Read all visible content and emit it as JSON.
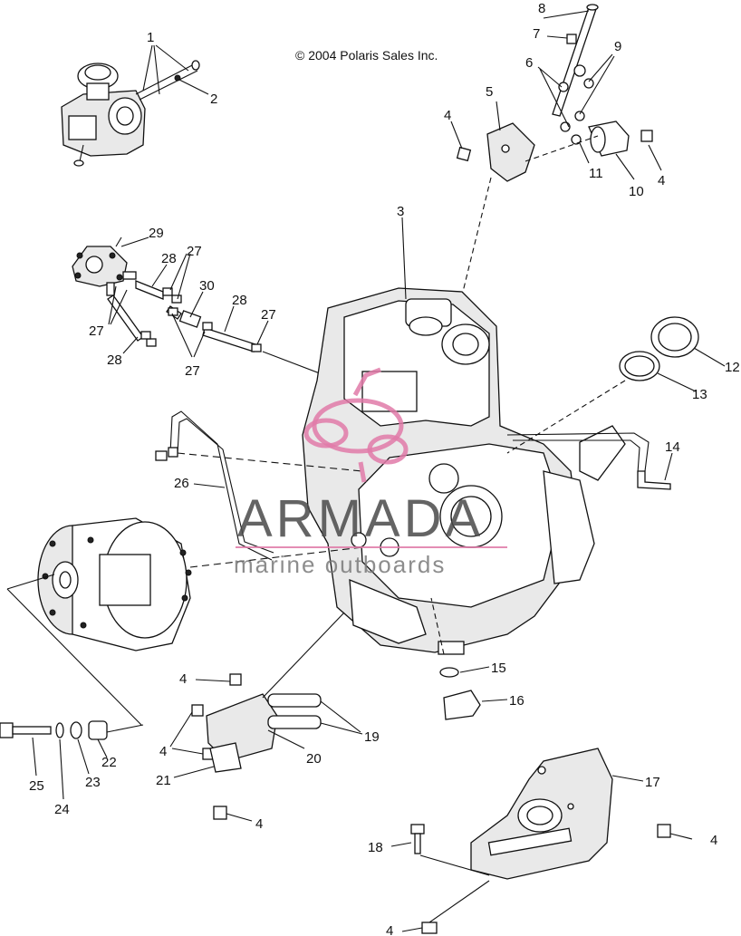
{
  "diagram": {
    "copyright": "© 2004 Polaris Sales Inc.",
    "watermark": {
      "brand": "ARMADA",
      "tagline": "marine outboards",
      "accent_color": "#e07aa8",
      "text_color": "#4a4a4a"
    },
    "callouts": [
      {
        "id": "c1",
        "text": "1"
      },
      {
        "id": "c2",
        "text": "2"
      },
      {
        "id": "c3",
        "text": "3"
      },
      {
        "id": "c4a",
        "text": "4"
      },
      {
        "id": "c4b",
        "text": "4"
      },
      {
        "id": "c4c",
        "text": "4"
      },
      {
        "id": "c4d",
        "text": "4"
      },
      {
        "id": "c4e",
        "text": "4"
      },
      {
        "id": "c4f",
        "text": "4"
      },
      {
        "id": "c4g",
        "text": "4"
      },
      {
        "id": "c5",
        "text": "5"
      },
      {
        "id": "c6",
        "text": "6"
      },
      {
        "id": "c7",
        "text": "7"
      },
      {
        "id": "c8",
        "text": "8"
      },
      {
        "id": "c9",
        "text": "9"
      },
      {
        "id": "c10",
        "text": "10"
      },
      {
        "id": "c11",
        "text": "11"
      },
      {
        "id": "c12",
        "text": "12"
      },
      {
        "id": "c13",
        "text": "13"
      },
      {
        "id": "c14",
        "text": "14"
      },
      {
        "id": "c15",
        "text": "15"
      },
      {
        "id": "c16",
        "text": "16"
      },
      {
        "id": "c17",
        "text": "17"
      },
      {
        "id": "c18",
        "text": "18"
      },
      {
        "id": "c19",
        "text": "19"
      },
      {
        "id": "c20",
        "text": "20"
      },
      {
        "id": "c21",
        "text": "21"
      },
      {
        "id": "c22",
        "text": "22"
      },
      {
        "id": "c23",
        "text": "23"
      },
      {
        "id": "c24",
        "text": "24"
      },
      {
        "id": "c25",
        "text": "25"
      },
      {
        "id": "c26",
        "text": "26"
      },
      {
        "id": "c27a",
        "text": "27"
      },
      {
        "id": "c27b",
        "text": "27"
      },
      {
        "id": "c27c",
        "text": "27"
      },
      {
        "id": "c27d",
        "text": "27"
      },
      {
        "id": "c28a",
        "text": "28"
      },
      {
        "id": "c28b",
        "text": "28"
      },
      {
        "id": "c28c",
        "text": "28"
      },
      {
        "id": "c29",
        "text": "29"
      },
      {
        "id": "c30",
        "text": "30"
      }
    ]
  }
}
